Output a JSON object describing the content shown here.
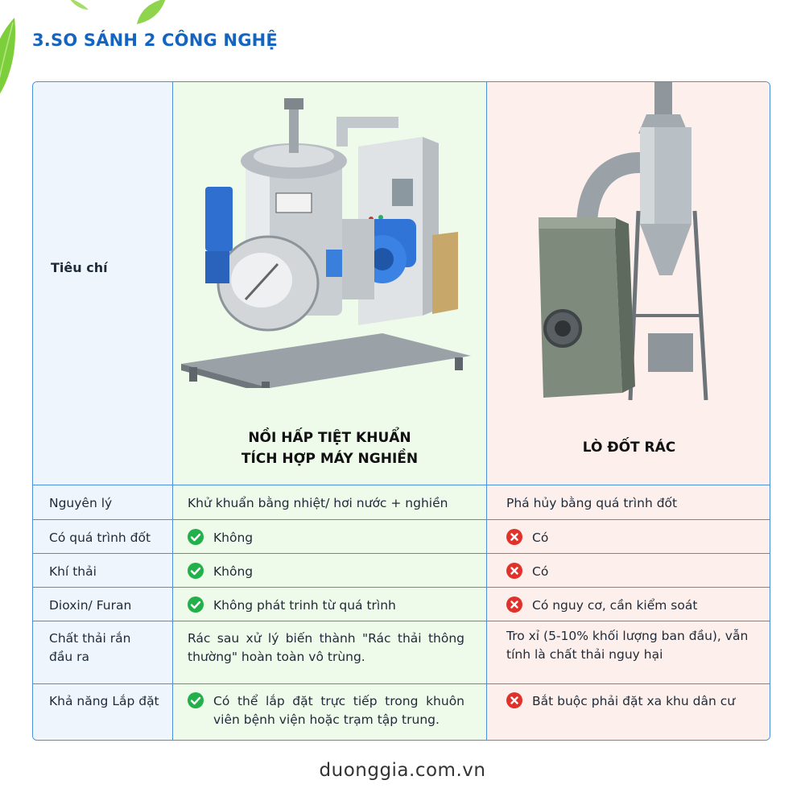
{
  "title": "3.SO SÁNH 2 CÔNG NGHỆ",
  "header": {
    "criteria": "Tiêu chí",
    "tech_a_line1": "NỒI HẤP TIỆT KHUẨN",
    "tech_a_line2": "TÍCH HỢP MÁY NGHIỀN",
    "tech_b": "LÒ ĐỐT RÁC"
  },
  "rows": [
    {
      "criteria": "Nguyên lý",
      "a": "Khử khuẩn bằng nhiệt/ hơi nước + nghiền",
      "b": "Phá hủy bằng quá trình đốt"
    },
    {
      "criteria": "Có quá trình đốt",
      "a": "Không",
      "b": "Có"
    },
    {
      "criteria": "Khí thải",
      "a": "Không",
      "b": "Có"
    },
    {
      "criteria": "Dioxin/ Furan",
      "a": "Không phát trinh từ quá trình",
      "b": "Có nguy cơ, cần kiểm soát"
    },
    {
      "criteria_l1": "Chất thải rắn",
      "criteria_l2": "đầu ra",
      "a": "Rác sau xử lý biến thành \"Rác thải thông thường\" hoàn toàn vô trùng.",
      "b": "Tro xỉ (5-10% khối lượng ban đầu), vẫn tính là chất thải nguy hại"
    },
    {
      "criteria": "Khả năng Lắp đặt",
      "a": "Có thể lắp đặt trực tiếp trong khuôn viên bệnh viện hoặc trạm tập trung.",
      "b": "Bắt buộc phải đặt xa khu dân cư"
    }
  ],
  "icons": {
    "yes": "check-circle-icon",
    "no": "x-circle-icon"
  },
  "colors": {
    "accent": "#1565c0",
    "border": "#4a90d9",
    "yes": "#22b04b",
    "no": "#e0312b",
    "col_a": "#eef5fd",
    "col_b": "#eefaea",
    "col_c": "#fdf0ec"
  },
  "footer": "duonggia.com.vn"
}
